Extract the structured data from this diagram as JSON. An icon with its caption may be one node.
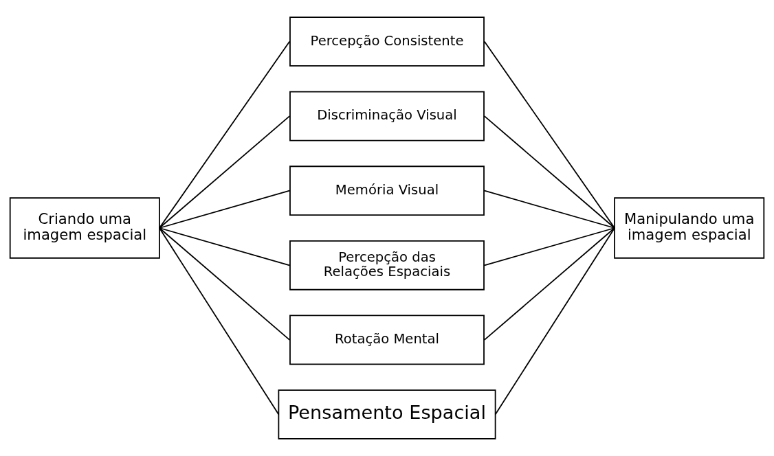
{
  "diagram": {
    "nodes": [
      {
        "text": [
          "Criando uma imagem espacial"
        ]
      },
      {
        "text": [
          "Percepção Consistente"
        ]
      },
      {
        "text": [
          "Discriminação Visual"
        ]
      },
      {
        "text": [
          "Memória Visual"
        ]
      },
      {
        "text": [
          "Percepção das Relações Espaciais"
        ]
      },
      {
        "text": [
          "Rotação Mental"
        ]
      },
      {
        "text": [
          "Manipulando uma imagem espacial"
        ]
      },
      {
        "text": [
          "Pensamento Espacial"
        ]
      }
    ],
    "edges": [
      {
        "from": 0,
        "to": 1,
        "arrow": "none"
      },
      {
        "from": 0,
        "to": 2,
        "arrow": "none"
      },
      {
        "from": 0,
        "to": 3,
        "arrow": "none"
      },
      {
        "from": 0,
        "to": 4,
        "arrow": "none"
      },
      {
        "from": 0,
        "to": 5,
        "arrow": "none"
      },
      {
        "from": 0,
        "to": 7,
        "arrow": "none"
      },
      {
        "from": 1,
        "to": 6,
        "arrow": "none"
      },
      {
        "from": 2,
        "to": 6,
        "arrow": "none"
      },
      {
        "from": 3,
        "to": 6,
        "arrow": "none"
      },
      {
        "from": 4,
        "to": 6,
        "arrow": "none"
      },
      {
        "from": 5,
        "to": 6,
        "arrow": "none"
      },
      {
        "from": 7,
        "to": 6,
        "arrow": "none"
      }
    ]
  }
}
